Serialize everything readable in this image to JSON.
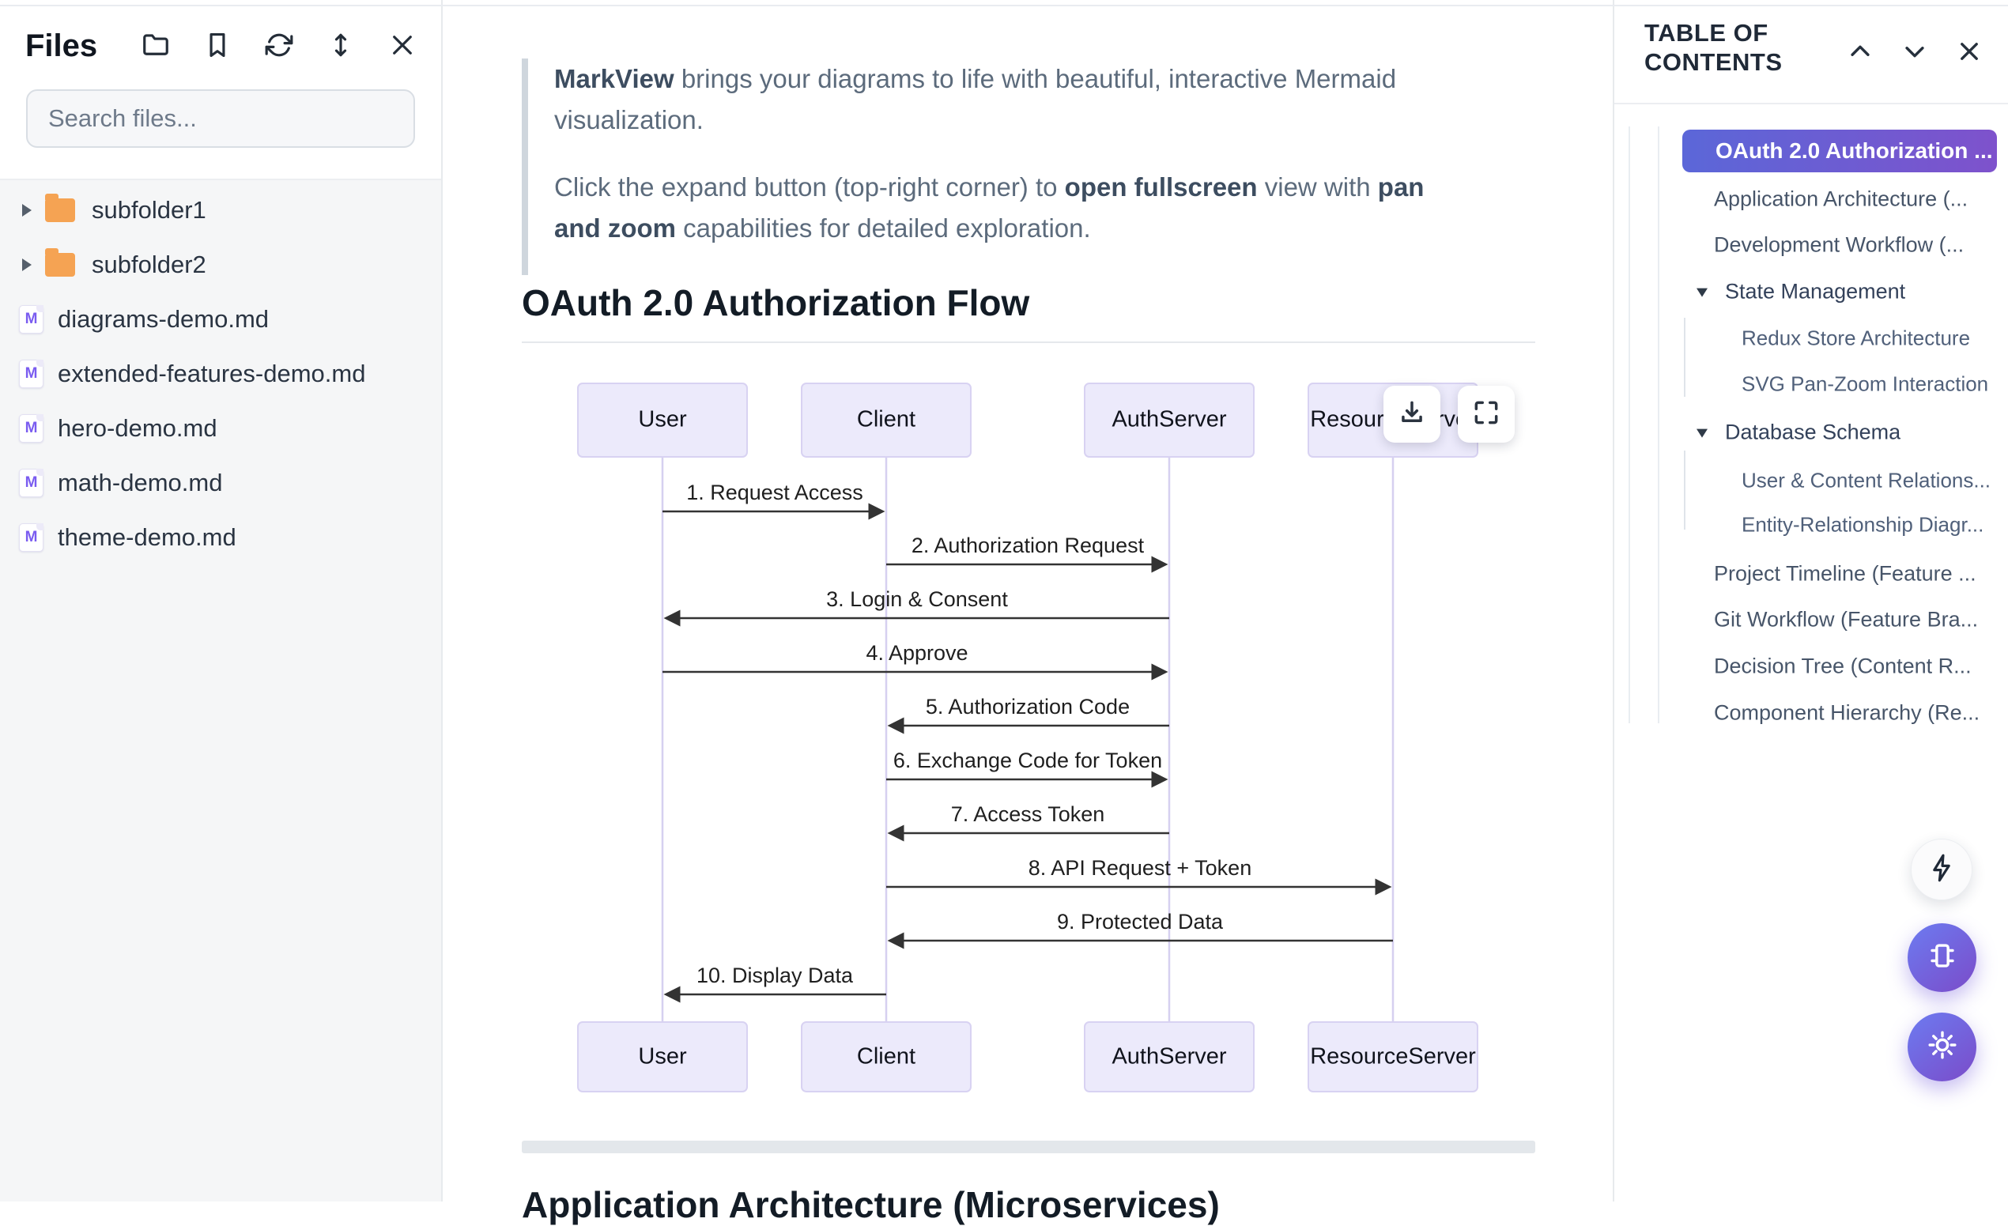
{
  "sidebar": {
    "title": "Files",
    "icons": [
      "folder-icon",
      "bookmark-icon",
      "sync-icon",
      "resize-vertical-icon",
      "close-icon"
    ],
    "search": {
      "placeholder": "Search files..."
    },
    "folders": [
      {
        "name": "subfolder1"
      },
      {
        "name": "subfolder2"
      }
    ],
    "files": [
      {
        "name": "diagrams-demo.md",
        "badge": "M"
      },
      {
        "name": "extended-features-demo.md",
        "badge": "M"
      },
      {
        "name": "hero-demo.md",
        "badge": "M"
      },
      {
        "name": "math-demo.md",
        "badge": "M"
      },
      {
        "name": "theme-demo.md",
        "badge": "M"
      }
    ]
  },
  "content": {
    "callout": {
      "p1_bold": "MarkView",
      "p1_text": " brings your diagrams to life with beautiful, interactive Mermaid visualization.",
      "p2_text1": "Click the expand button (top-right corner) to ",
      "p2_bold1": "open fullscreen",
      "p2_text2": " view with ",
      "p2_bold2": "pan and zoom",
      "p2_text3": " capabilities for detailed exploration."
    },
    "heading": "OAuth 2.0 Authorization Flow",
    "next_heading": "Application Architecture (Microservices)"
  },
  "diagram": {
    "type": "mermaid-sequence",
    "actors": [
      "User",
      "Client",
      "AuthServer",
      "ResourceServer"
    ],
    "messages": [
      {
        "from": "User",
        "to": "Client",
        "label": "1. Request Access"
      },
      {
        "from": "Client",
        "to": "AuthServer",
        "label": "2. Authorization Request"
      },
      {
        "from": "AuthServer",
        "to": "User",
        "label": "3. Login & Consent"
      },
      {
        "from": "User",
        "to": "AuthServer",
        "label": "4. Approve"
      },
      {
        "from": "AuthServer",
        "to": "Client",
        "label": "5. Authorization Code"
      },
      {
        "from": "Client",
        "to": "AuthServer",
        "label": "6. Exchange Code for Token"
      },
      {
        "from": "AuthServer",
        "to": "Client",
        "label": "7. Access Token"
      },
      {
        "from": "Client",
        "to": "ResourceServer",
        "label": "8. API Request + Token"
      },
      {
        "from": "ResourceServer",
        "to": "Client",
        "label": "9. Protected Data"
      },
      {
        "from": "Client",
        "to": "User",
        "label": "10. Display Data"
      }
    ],
    "controls": [
      "download-icon",
      "fullscreen-icon"
    ],
    "colors": {
      "actor_fill": "#eceafb",
      "actor_stroke": "#d8d2f2",
      "lifeline": "#d6d0f0",
      "arrow": "#333333"
    }
  },
  "toc": {
    "title": "TABLE OF CONTENTS",
    "icons": [
      "chevron-up-icon",
      "chevron-down-icon",
      "close-icon"
    ],
    "items": [
      {
        "label": "OAuth 2.0 Authorization ...",
        "active": true
      },
      {
        "label": "Application Architecture (..."
      },
      {
        "label": "Development Workflow (..."
      },
      {
        "label": "State Management",
        "expandable": true
      },
      {
        "label": "Redux Store Architecture"
      },
      {
        "label": "SVG Pan-Zoom Interaction"
      },
      {
        "label": "Database Schema",
        "expandable": true
      },
      {
        "label": "User & Content Relations..."
      },
      {
        "label": "Entity-Relationship Diagr..."
      },
      {
        "label": "Project Timeline (Feature ..."
      },
      {
        "label": "Git Workflow (Feature Bra..."
      },
      {
        "label": "Decision Tree (Content R..."
      },
      {
        "label": "Component Hierarchy (Re..."
      }
    ],
    "active_colors": {
      "from": "#5b67d8",
      "to": "#7e52cc"
    }
  },
  "fabs": [
    "lightning-icon",
    "chip-icon",
    "sun-icon"
  ]
}
